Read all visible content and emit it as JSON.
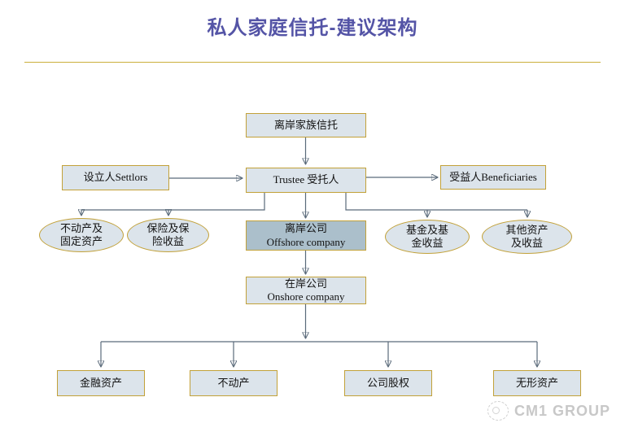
{
  "title": "私人家庭信托-建议架构",
  "colors": {
    "title_text": "#5454A6",
    "divider_gold": "#CBB03C",
    "node_fill_light": "#DCE4EB",
    "node_fill_dark": "#ABBFCB",
    "node_border_gold": "#C2A139",
    "connector_line": "#5A6A7A",
    "brand_gray": "#C8C8C8"
  },
  "diagram": {
    "nodes": {
      "offshore_trust": {
        "label": "离岸家族信托"
      },
      "settlors": {
        "label": "设立人Settlors"
      },
      "trustee": {
        "label": "Trustee 受托人"
      },
      "beneficiaries": {
        "label": "受益人Beneficiaries"
      },
      "real_estate_fixed_assets": {
        "line1": "不动产及",
        "line2": "固定资产"
      },
      "insurance_proceeds": {
        "line1": "保险及保",
        "line2": "险收益"
      },
      "offshore_company": {
        "line1": "离岸公司",
        "line2": "Offshore company"
      },
      "fund_income": {
        "line1": "基金及基",
        "line2": "金收益"
      },
      "other_assets_income": {
        "line1": "其他资产",
        "line2": "及收益"
      },
      "onshore_company": {
        "line1": "在岸公司",
        "line2": "Onshore company"
      },
      "financial_assets": {
        "label": "金融资产"
      },
      "real_estate": {
        "label": "不动产"
      },
      "company_equity": {
        "label": "公司股权"
      },
      "intangible_assets": {
        "label": "无形资产"
      }
    }
  },
  "footer": {
    "brand": "CM1 GROUP",
    "logo_icon": "sketch-circle-logo-icon"
  }
}
